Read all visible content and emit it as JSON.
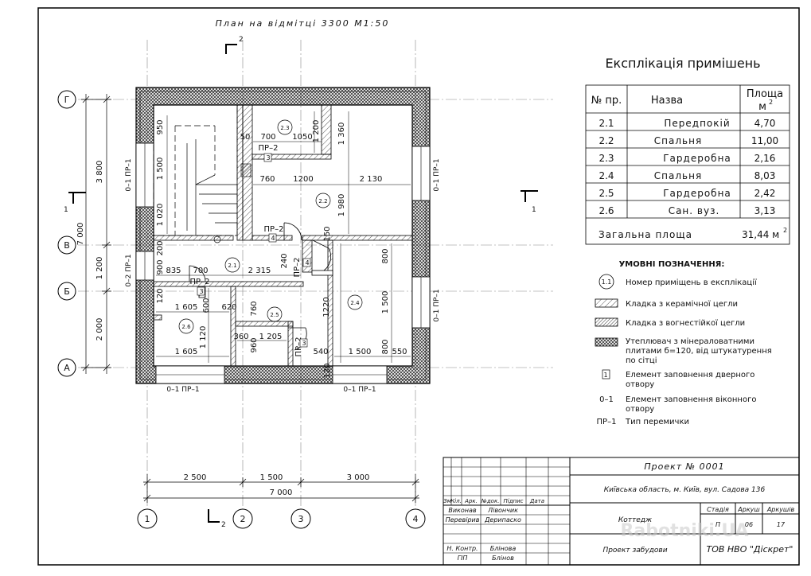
{
  "plan_title": "План на відмітці 3300 М1:50",
  "axes": {
    "rows": [
      "Г",
      "В",
      "Б",
      "А"
    ],
    "cols": [
      "1",
      "2",
      "3",
      "4"
    ]
  },
  "section_marks": {
    "s1": "1",
    "s2": "2"
  },
  "dims": {
    "left_3800": "3 800",
    "left_7000": "7 000",
    "left_1200": "1 200",
    "left_2000": "2 000",
    "bot_2500": "2 500",
    "bot_1500": "1 500",
    "bot_3000": "3 000",
    "bot_7000": "7 000",
    "d_950": "950",
    "d_1500": "1 500",
    "d_1020": "1 020",
    "d_200": "200",
    "d_900": "900",
    "d_835": "835",
    "d_700a": "700",
    "d_2315": "2 315",
    "d_240": "240",
    "d_150": "150",
    "d_50": "50",
    "d_700b": "700",
    "d_1050": "1050",
    "d_1200a": "1 200",
    "d_1360": "1 360",
    "d_760a": "760",
    "d_1200b": "1200",
    "d_2130": "2 130",
    "d_1980": "1 980",
    "d_800a": "800",
    "d_120a": "120",
    "d_1605a": "1 605",
    "d_600": "600",
    "d_620": "620",
    "d_1120": "1 120",
    "d_1605b": "1 605",
    "d_760b": "760",
    "d_360": "360",
    "d_960": "960",
    "d_1205": "1 205",
    "d_540": "540",
    "d_120b": "120",
    "d_1220": "1220",
    "d_1500b": "1 500",
    "d_800b": "800",
    "d_1500c": "1 500",
    "d_550": "550"
  },
  "rooms": {
    "r21": "2.1",
    "r22": "2.2",
    "r23": "2.3",
    "r24": "2.4",
    "r25": "2.5",
    "r26": "2.6"
  },
  "openings": {
    "w_left1": "0–1 ПР–1",
    "w_left2": "0–2 ПР–1",
    "w_right1": "0–1 ПР–1",
    "w_right2": "0–1 ПР–1",
    "w_bot1": "0–1 ПР–1",
    "w_bot2": "0–1 ПР–1",
    "pr2a": "ПР–2",
    "pr2b": "ПР–2",
    "pr2c": "ПР–2",
    "pr2d": "ПР–2",
    "pr2e": "ПР–2",
    "d3a": "3",
    "d4a": "4",
    "d4b": "4",
    "d3b": "3",
    "d3c": "3"
  },
  "explication": {
    "title": "Експлікація примішень",
    "headers": {
      "num": "№ пр.",
      "name": "Назва",
      "area": "Площа",
      "unit": "м",
      "sup": "2"
    },
    "rows": [
      {
        "num": "2.1",
        "name": "Передпокій",
        "area": "4,70"
      },
      {
        "num": "2.2",
        "name": "Спальня",
        "area": "11,00"
      },
      {
        "num": "2.3",
        "name": "Гардеробна",
        "area": "2,16"
      },
      {
        "num": "2.4",
        "name": "Спальня",
        "area": "8,03"
      },
      {
        "num": "2.5",
        "name": "Гардеробна",
        "area": "2,42"
      },
      {
        "num": "2.6",
        "name": "Сан. вуз.",
        "area": "3,13"
      }
    ],
    "total_label": "Загальна площа",
    "total_value": "31,44 м",
    "total_sup": "2"
  },
  "legend": {
    "title": "УМОВНІ ПОЗНАЧЕННЯ:",
    "items": [
      {
        "sym": "1.1",
        "text": "Номер приміщень в експлікації"
      },
      {
        "sym": "",
        "text": "Кладка з керамічної цегли"
      },
      {
        "sym": "",
        "text": "Кладка з вогнестійкої цегли"
      },
      {
        "sym": "",
        "text": "Утеплювач з мінераловатними",
        "text2": "плитами б=120, від штукатурення",
        "text3": "по сітці"
      },
      {
        "sym": "1",
        "text": "Елемент заповнення дверного",
        "text2": "отвору"
      },
      {
        "sym": "0–1",
        "text": "Елемент заповнення віконного",
        "text2": "отвору"
      },
      {
        "sym": "ПР–1",
        "text": "Тип перемички"
      }
    ]
  },
  "stamp": {
    "project": "Проект № 0001",
    "address": "Київська область, м. Київ, вул. Садова 136",
    "object": "Коттедж",
    "sheet_name": "Проект забудови",
    "company": "ТОВ НВО \"Діскрет\"",
    "watermark": "Rabotniki.UA",
    "col_heads": [
      "Зм",
      "Кіл.",
      "Арк.",
      "№док.",
      "Підпис",
      "Дата"
    ],
    "people": [
      {
        "role": "Виконав",
        "name": "Лівончик"
      },
      {
        "role": "Перевірив",
        "name": "Дерипаско"
      },
      {
        "role": "Н. Контр.",
        "name": "Блінова"
      },
      {
        "role": "ГІП",
        "name": "Блінов"
      }
    ],
    "stage_heads": [
      "Стадія",
      "Аркуш",
      "Аркушів"
    ],
    "stage_vals": [
      "П",
      "06",
      "17"
    ]
  }
}
